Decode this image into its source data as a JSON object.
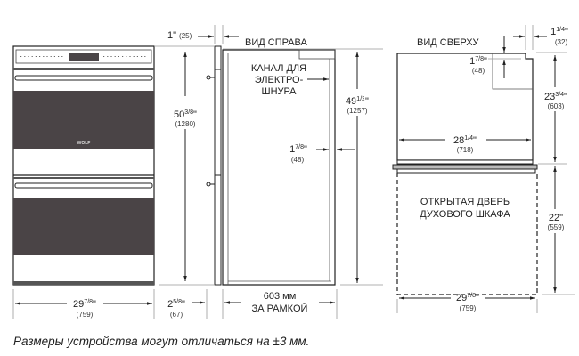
{
  "views": {
    "side_title": "ВИД СПРАВА",
    "top_title": "ВИД СВЕРХУ",
    "brand_logo": "WOLF"
  },
  "labels": {
    "cord_channel": [
      "КАНАЛ ДЛЯ",
      "ЭЛЕКТРО-",
      "ШНУРА"
    ],
    "open_door": [
      "ОТКРЫТАЯ ДВЕРЬ",
      "ДУХОВОГО ШКАФА"
    ],
    "behind_frame": [
      "603 мм",
      "ЗА РАМКОЙ"
    ]
  },
  "dimensions": {
    "front_height": {
      "whole": "50",
      "frac": "3/8",
      "unit": "\"",
      "mm": "(1280)"
    },
    "front_width": {
      "whole": "29",
      "frac": "7/8",
      "unit": "\"",
      "mm": "(759)"
    },
    "door_depth": {
      "whole": "2",
      "frac": "5/8",
      "unit": "\"",
      "mm": "(67)"
    },
    "frame_offset": {
      "whole": "1",
      "unit": "\"",
      "mm": "(25)"
    },
    "channel_side": {
      "whole": "1",
      "frac": "7/8",
      "unit": "\"",
      "mm": "(48)"
    },
    "side_height": {
      "whole": "49",
      "frac": "1/2",
      "unit": "\"",
      "mm": "(1257)"
    },
    "top_notch": {
      "whole": "1",
      "frac": "7/8",
      "unit": "\"",
      "mm": "(48)"
    },
    "top_offset": {
      "whole": "1",
      "frac": "1/4",
      "unit": "\"",
      "mm": "(32)"
    },
    "top_depth": {
      "whole": "23",
      "frac": "3/4",
      "unit": "\"",
      "mm": "(603)"
    },
    "top_width": {
      "whole": "28",
      "frac": "1/4",
      "unit": "\"",
      "mm": "(718)"
    },
    "door_open": {
      "whole": "22",
      "unit": "\"",
      "mm": "(559)"
    },
    "door_width": {
      "whole": "29",
      "frac": "7/8",
      "unit": "\"",
      "mm": "(759)"
    }
  },
  "caption": "Размеры устройства могут отличаться на ±3 мм."
}
